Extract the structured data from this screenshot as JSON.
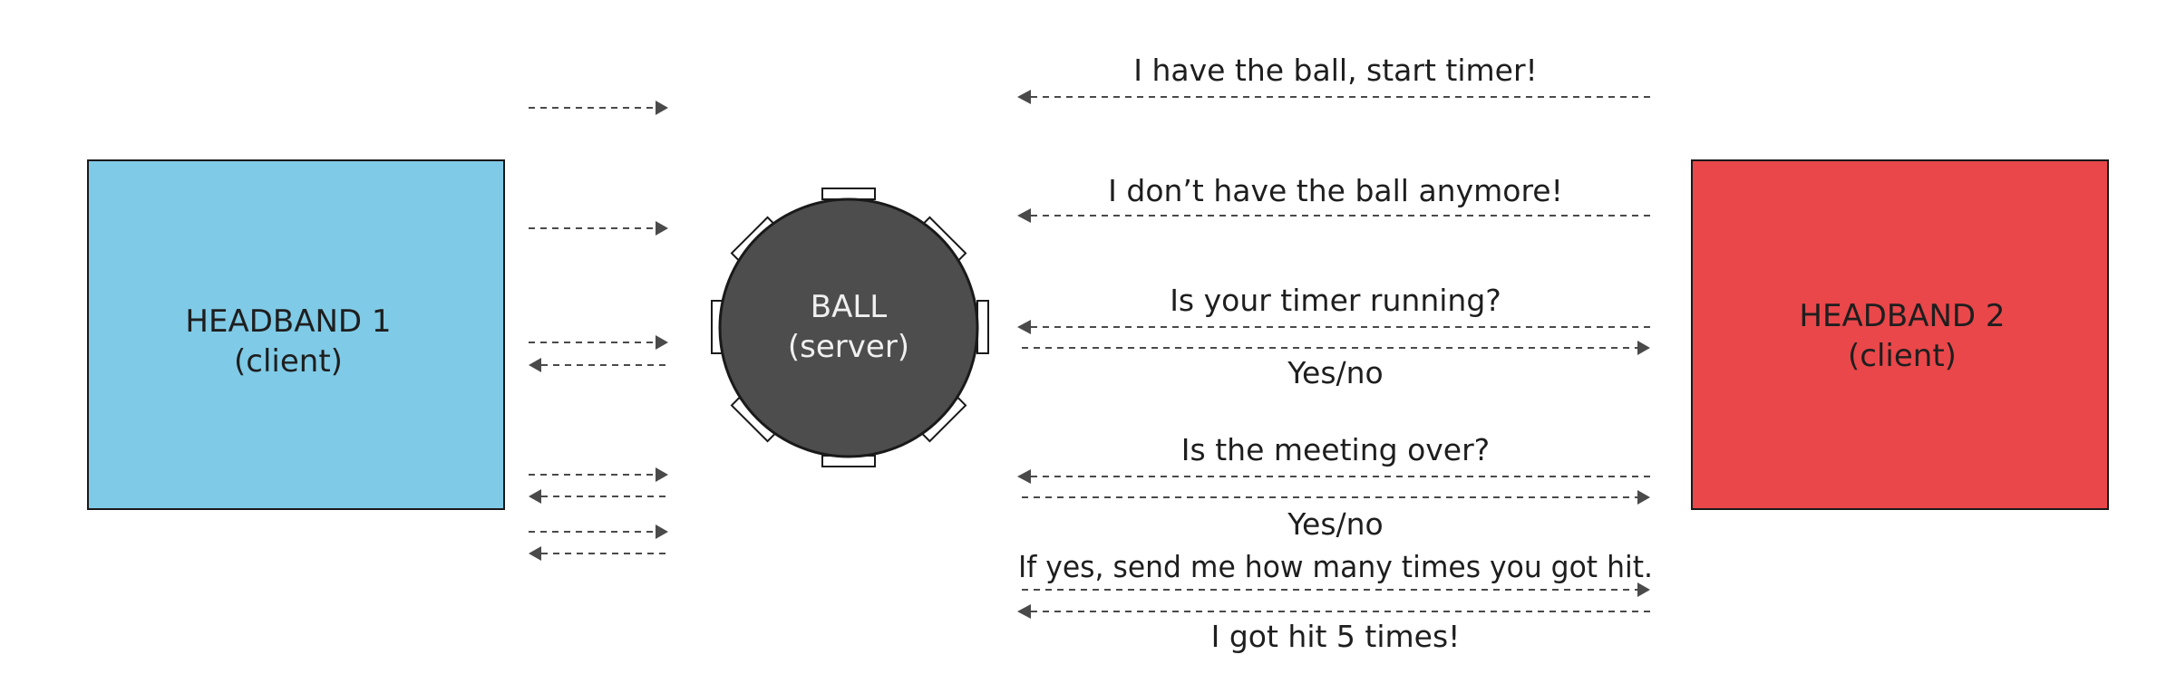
{
  "colors": {
    "headband_1": "#7fcae6",
    "headband_2": "#e9474a",
    "ball": "#4d4d4d",
    "arrow": "#4a4a4a"
  },
  "headband_1": {
    "name": "HEADBAND 1",
    "role": "(client)"
  },
  "ball": {
    "name": "BALL",
    "role": "(server)"
  },
  "headband_2": {
    "name": "HEADBAND 2",
    "role": "(client)"
  },
  "messages": {
    "start_timer": "I have the ball, start timer!",
    "dont_have_ball": "I don’t have the ball anymore!",
    "timer_running": "Is your timer running?",
    "timer_reply": "Yes/no",
    "meeting_over": "Is the meeting over?",
    "meeting_reply": "Yes/no",
    "send_hits": "If yes, send me how many times you got hit.",
    "hits_reply": "I got hit 5 times!"
  }
}
